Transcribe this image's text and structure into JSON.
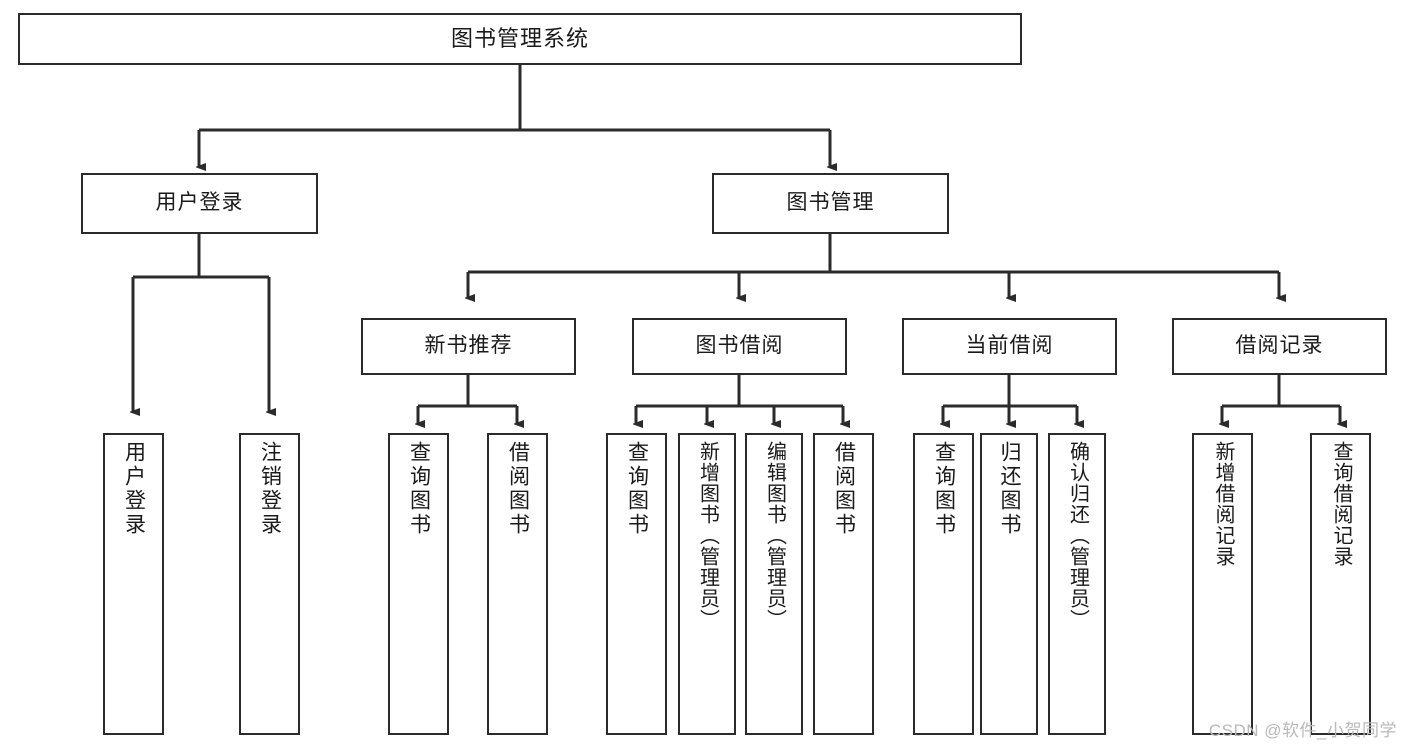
{
  "diagram": {
    "type": "tree",
    "title": "图书管理系统",
    "watermark": "CSDN @软件_小贺同学",
    "nodes": {
      "root": {
        "label": "图书管理系统"
      },
      "level1": [
        {
          "id": "user-login",
          "label": "用户登录"
        },
        {
          "id": "book-manage",
          "label": "图书管理"
        }
      ],
      "level2": [
        {
          "id": "new-book-rec",
          "label": "新书推荐"
        },
        {
          "id": "book-borrow",
          "label": "图书借阅"
        },
        {
          "id": "current-borrow",
          "label": "当前借阅"
        },
        {
          "id": "borrow-record",
          "label": "借阅记录"
        }
      ],
      "leaves": {
        "user_login": [
          {
            "id": "leaf-user-login",
            "label": "用户登录"
          },
          {
            "id": "leaf-logout-login",
            "label": "注销登录"
          }
        ],
        "new_book_rec": [
          {
            "id": "leaf-query-book-1",
            "label": "查询图书"
          },
          {
            "id": "leaf-borrow-book-1",
            "label": "借阅图书"
          }
        ],
        "book_borrow": [
          {
            "id": "leaf-query-book-2",
            "label": "查询图书"
          },
          {
            "id": "leaf-add-book",
            "label": "新增图书（管理员）"
          },
          {
            "id": "leaf-edit-book",
            "label": "编辑图书（管理员）"
          },
          {
            "id": "leaf-borrow-book-2",
            "label": "借阅图书"
          }
        ],
        "current_borrow": [
          {
            "id": "leaf-query-book-3",
            "label": "查询图书"
          },
          {
            "id": "leaf-return-book",
            "label": "归还图书"
          },
          {
            "id": "leaf-confirm-return",
            "label": "确认归还（管理员）"
          }
        ],
        "borrow_record": [
          {
            "id": "leaf-add-record",
            "label": "新增借阅记录"
          },
          {
            "id": "leaf-query-record",
            "label": "查询借阅记录"
          }
        ]
      }
    },
    "colors": {
      "stroke": "#2b2b2b",
      "fill": "#ffffff",
      "text": "#1a1a1a",
      "watermark": "#b9b9b9"
    }
  }
}
